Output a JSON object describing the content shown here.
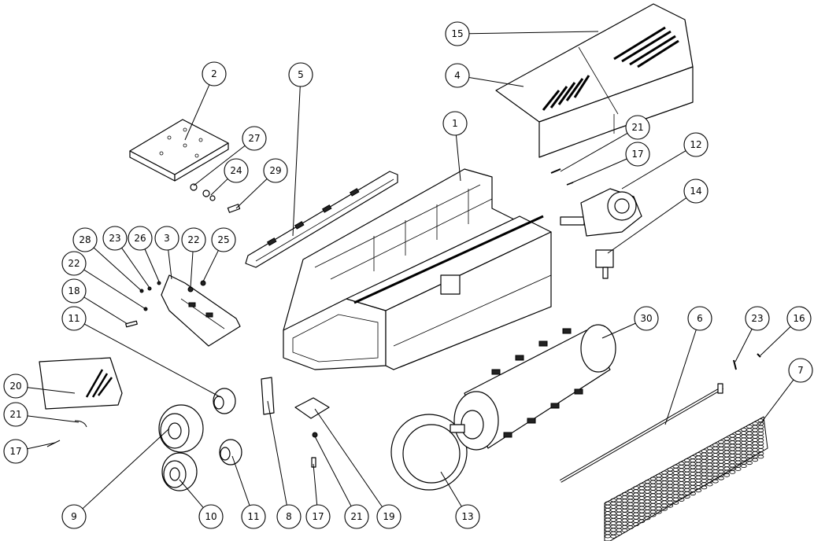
{
  "title": "Exploded parts diagram",
  "callouts": [
    "2",
    "5",
    "1",
    "15",
    "4",
    "21",
    "17",
    "12",
    "14",
    "27",
    "24",
    "29",
    "28",
    "23",
    "26",
    "3",
    "22",
    "25",
    "22",
    "18",
    "11",
    "20",
    "21",
    "17",
    "9",
    "10",
    "11",
    "8",
    "17",
    "21",
    "19",
    "13",
    "30",
    "6",
    "23",
    "16",
    "7"
  ],
  "colors": {
    "line": "#000000",
    "background": "#ffffff"
  }
}
